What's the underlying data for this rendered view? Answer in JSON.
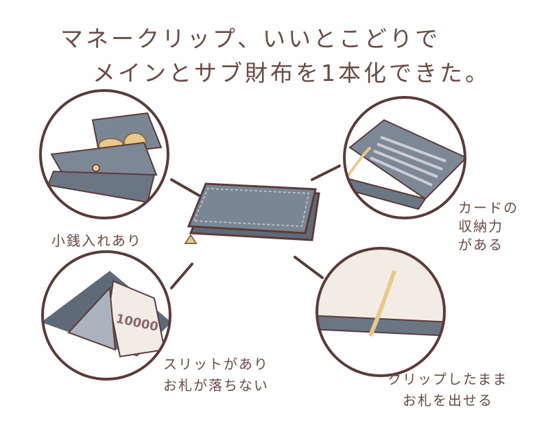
{
  "title": {
    "line1": "マネークリップ、いいとこどりで",
    "line2": "メインとサブ財布を1本化できた。"
  },
  "features": [
    {
      "lines": [
        "小銭入れあり"
      ]
    },
    {
      "lines": [
        "カードの",
        "収納力",
        "がある"
      ]
    },
    {
      "lines": [
        "スリットがあり",
        "お札が落ちない"
      ]
    },
    {
      "lines": [
        "クリップしたまま",
        "お札を出せる"
      ]
    }
  ],
  "banknote_text": "10000",
  "colors": {
    "ink": "#6b4a44",
    "outline": "#5a3b38",
    "wallet": "#717c8b",
    "wallet_light": "#9aa3b0",
    "coin": "#e8c98c",
    "paper": "#f3ece4"
  }
}
